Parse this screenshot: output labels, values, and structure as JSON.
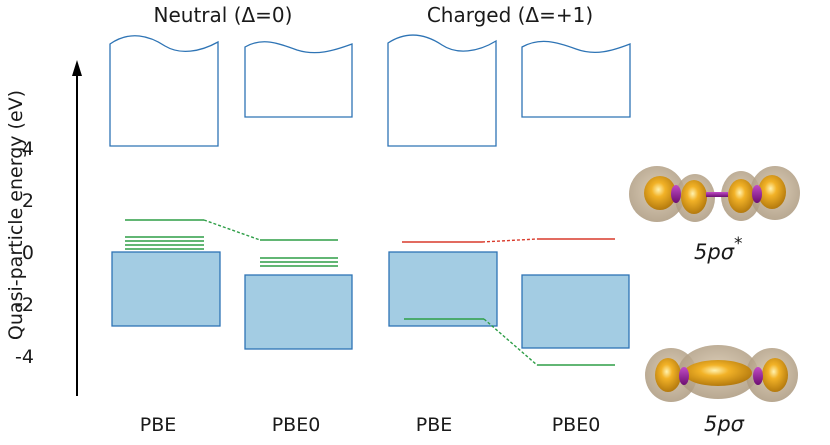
{
  "titles": {
    "neutral": "Neutral (Δ=0)",
    "charged": "Charged (Δ=+1)"
  },
  "axis": {
    "label": "Quasi-particle energy (eV)",
    "ticks": [
      "4",
      "2",
      "0",
      "-2",
      "-4"
    ]
  },
  "columns": [
    "PBE",
    "PBE0",
    "PBE",
    "PBE0"
  ],
  "orbitals": {
    "antibonding": "5pσ",
    "antibonding_sup": "*",
    "bonding": "5pσ"
  },
  "colors": {
    "band_fill": "#a3cce3",
    "band_stroke": "#2e74b5",
    "level_green": "#2e9e47",
    "level_red": "#d93a2b",
    "lobe_gold": "#e8a21a",
    "lobe_halo": "#b9a68c",
    "bond_magenta": "#9b1fa0"
  }
}
